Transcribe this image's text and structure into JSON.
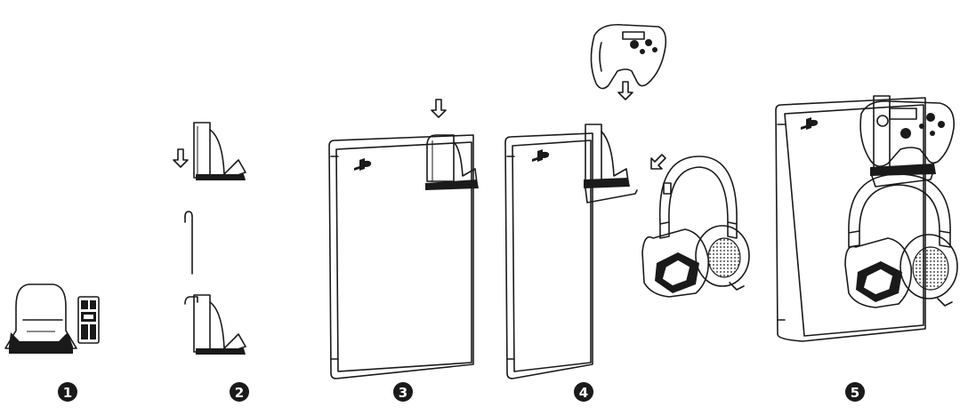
{
  "steps": [
    {
      "number": "1"
    },
    {
      "number": "2"
    },
    {
      "number": "3"
    },
    {
      "number": "4"
    },
    {
      "number": "5"
    }
  ],
  "icons": [
    "arrow-down-icon",
    "arrow-diagonal-icon",
    "playstation-logo-icon",
    "controller-icon",
    "headset-icon"
  ],
  "colors": {
    "ink": "#1a1a1a",
    "background": "#ffffff"
  }
}
